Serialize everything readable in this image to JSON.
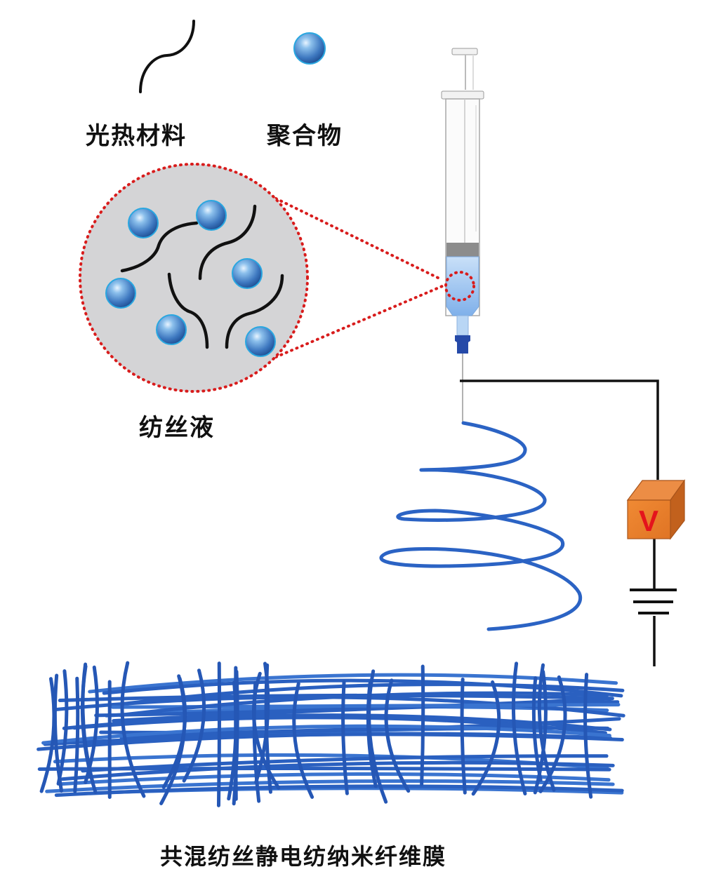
{
  "legend": {
    "photothermal_label": "光热材料",
    "photothermal_icon": "curved-fiber-line",
    "polymer_label": "聚合物",
    "polymer_icon": "blue-sphere"
  },
  "spinning_solution": {
    "label": "纺丝液",
    "border_style": "red-dotted",
    "sphere_count": 6,
    "fiber_count": 4
  },
  "power_supply": {
    "label": "V"
  },
  "output": {
    "label": "共混纺丝静电纺纳米纤维膜"
  },
  "colors": {
    "sphere_blue": "#3f86c8",
    "fiber_blue": "#2b63c4",
    "zoom_border_red": "#d81c1c",
    "circle_fill": "#d4d4d6",
    "voltage_box": "#e57c2a",
    "voltage_text": "#e4141c",
    "liquid_blue": "#a9cdf2",
    "plunger_gray": "#8c8c8c"
  }
}
